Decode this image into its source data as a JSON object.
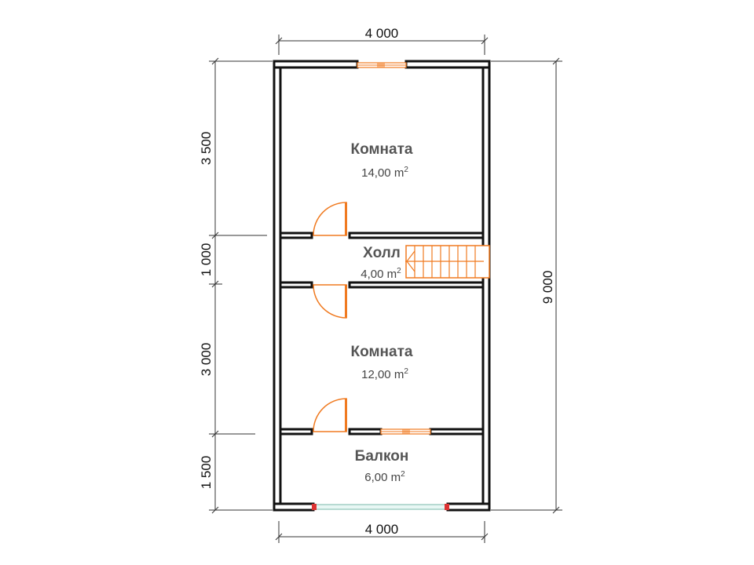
{
  "plan": {
    "dimensions": {
      "top_width": "4 000",
      "bottom_width": "4 000",
      "total_height": "9 000",
      "section_1": "3 500",
      "section_2": "1 000",
      "section_3": "3 000",
      "section_4": "1 500"
    },
    "rooms": [
      {
        "name": "Комната",
        "area": "14,00 m",
        "sup": "2"
      },
      {
        "name": "Холл",
        "area": "4,00 m",
        "sup": "2"
      },
      {
        "name": "Комната",
        "area": "12,00 m",
        "sup": "2"
      },
      {
        "name": "Балкон",
        "area": "6,00 m",
        "sup": "2"
      }
    ],
    "colors": {
      "wall": "#111111",
      "accent": "#f07a20",
      "glass": "#e8f7f4",
      "text": "#555555"
    }
  }
}
